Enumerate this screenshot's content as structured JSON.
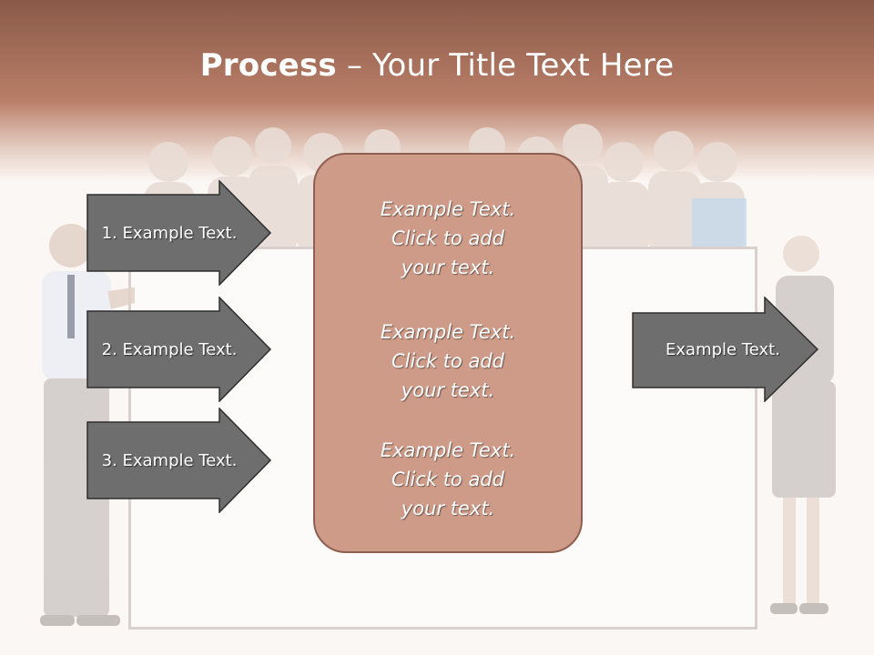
{
  "title": {
    "bold": "Process",
    "rest": " – Your Title Text Here"
  },
  "left_arrows": [
    {
      "label": "1. Example Text."
    },
    {
      "label": "2. Example Text."
    },
    {
      "label": "3. Example Text."
    }
  ],
  "center_box": {
    "paragraphs": [
      {
        "lines": [
          "Example Text.",
          "Click  to add",
          "your text."
        ]
      },
      {
        "lines": [
          "Example Text.",
          "Click  to add",
          "your text."
        ]
      },
      {
        "lines": [
          "Example Text.",
          "Click  to add",
          "your text."
        ]
      }
    ]
  },
  "right_arrow": {
    "label": "Example Text."
  },
  "colors": {
    "header": "#b97e68",
    "arrow_fill": "#6e6e6e",
    "box_fill": "#cd9b88",
    "box_border": "#8e5f50"
  }
}
